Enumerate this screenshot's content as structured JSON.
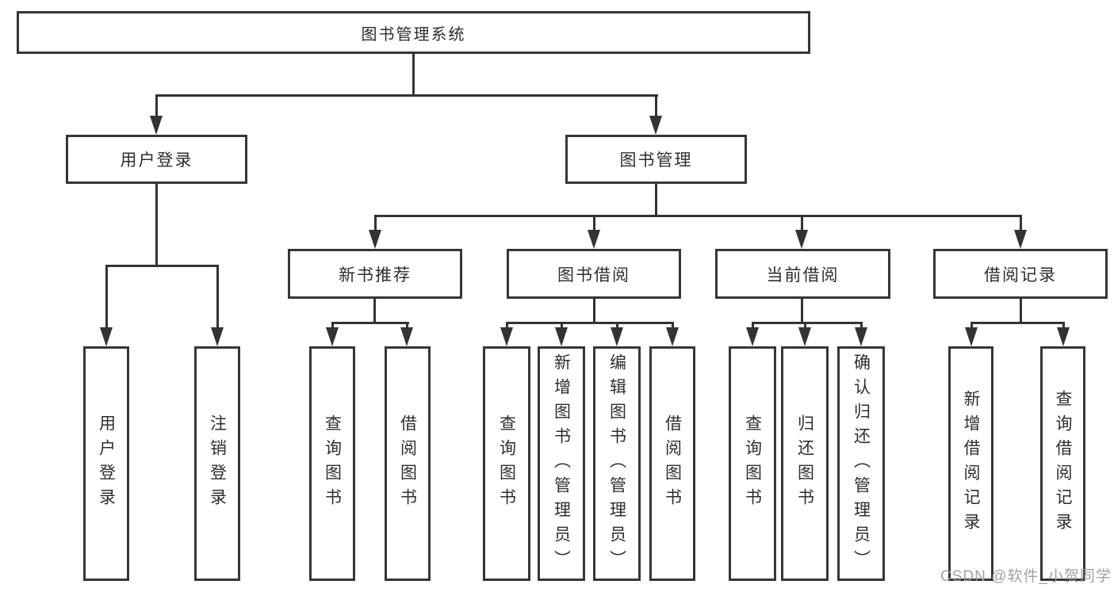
{
  "diagram": {
    "title": "图书管理系统",
    "branches": [
      {
        "label": "用户登录",
        "children": [
          {
            "label": "用户登录"
          },
          {
            "label": "注销登录"
          }
        ]
      },
      {
        "label": "图书管理",
        "children": [
          {
            "label": "新书推荐",
            "children": [
              {
                "label": "查询图书"
              },
              {
                "label": "借阅图书"
              }
            ]
          },
          {
            "label": "图书借阅",
            "children": [
              {
                "label": "查询图书"
              },
              {
                "label": "新增图书（管理员）"
              },
              {
                "label": "编辑图书（管理员）"
              },
              {
                "label": "借阅图书"
              }
            ]
          },
          {
            "label": "当前借阅",
            "children": [
              {
                "label": "查询图书"
              },
              {
                "label": "归还图书"
              },
              {
                "label": "确认归还（管理员）"
              }
            ]
          },
          {
            "label": "借阅记录",
            "children": [
              {
                "label": "新增借阅记录"
              },
              {
                "label": "查询借阅记录"
              }
            ]
          }
        ]
      }
    ]
  },
  "watermark": {
    "text": "CSDN @软件_小贺同学",
    "color": "#9a9a9a"
  },
  "colors": {
    "line": "#333333",
    "box_border": "#363636",
    "text": "#2e2e2e",
    "background": "#ffffff"
  }
}
